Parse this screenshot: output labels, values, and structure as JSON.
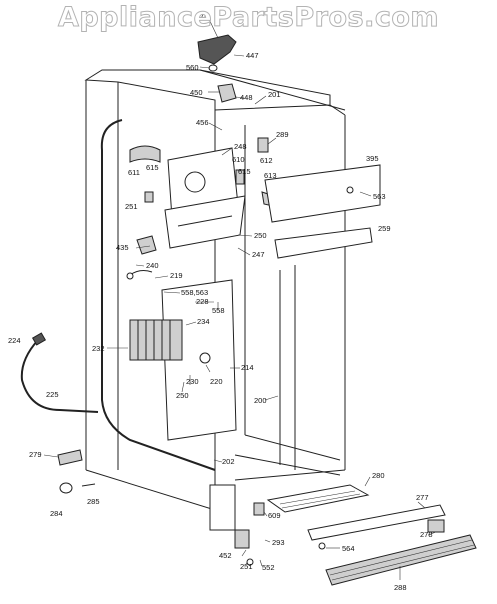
{
  "watermark": "AppliancePartsPros.com",
  "part_labels": [
    "578",
    "447",
    "560",
    "450",
    "448",
    "201",
    "456",
    "248",
    "610",
    "615",
    "612",
    "613",
    "289",
    "395",
    "563",
    "611",
    "615",
    "251",
    "250",
    "259",
    "435",
    "247",
    "240",
    "219",
    "558,563",
    "228",
    "558",
    "234",
    "232",
    "214",
    "224",
    "225",
    "230",
    "220",
    "250",
    "200",
    "279",
    "202",
    "280",
    "277",
    "284",
    "285",
    "609",
    "564",
    "278",
    "293",
    "452",
    "251",
    "552",
    "288"
  ]
}
